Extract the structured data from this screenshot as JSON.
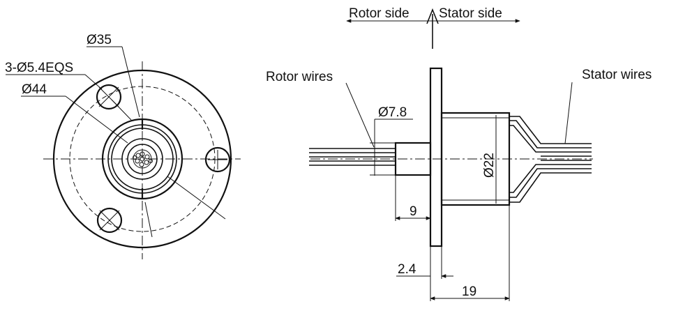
{
  "labels": {
    "rotor_side": "Rotor side",
    "stator_side": "Stator side",
    "rotor_wires": "Rotor wires",
    "stator_wires": "Stator wires",
    "dia_35": "Ø35",
    "holes": "3-Ø5.4EQS",
    "dia_44": "Ø44",
    "dia_7_8": "Ø7.8",
    "dia_22": "Ø22",
    "len_9": "9",
    "len_2_4": "2.4",
    "len_19": "19"
  }
}
